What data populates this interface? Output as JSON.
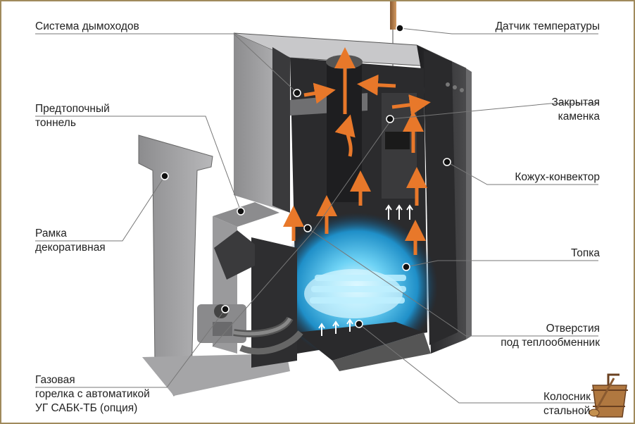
{
  "labels": {
    "chimney_system": "Система дымоходов",
    "temperature_sensor": "Датчик  температуры",
    "prefurnace_tunnel_1": "Предтопочный",
    "prefurnace_tunnel_2": "тоннель",
    "closed_heater_1": "Закрытая",
    "closed_heater_2": "каменка",
    "convector_casing": "Кожух-конвектор",
    "decorative_frame_1": "Рамка",
    "decorative_frame_2": "декоративная",
    "firebox": "Топка",
    "heat_exchanger_holes_1": "Отверстия",
    "heat_exchanger_holes_2": "под теплообменник",
    "gas_burner_1": "Газовая",
    "gas_burner_2": "горелка с автоматикой",
    "gas_burner_3": "УГ САБК-ТБ (опция)",
    "steel_grate_1": "Колосник",
    "steel_grate_2": "стальной"
  },
  "colors": {
    "frame_border": "#a08a5c",
    "steel_light": "#9a9a9c",
    "steel_dark": "#2e2e30",
    "flame_blue": "#3fb8ea",
    "arrow_orange": "#e8782a"
  },
  "icons": {
    "logo": "sauna-bucket-ladle-icon"
  }
}
